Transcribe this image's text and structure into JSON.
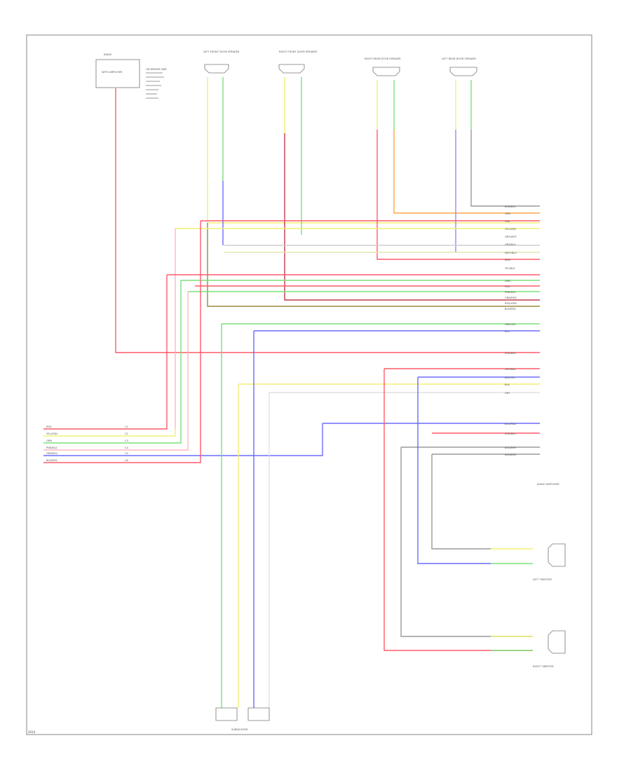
{
  "colors": {
    "red": "#ff5a6a",
    "yellow": "#f2ef74",
    "green": "#7be07a",
    "blue": "#6b6bff",
    "orange": "#ffa64a",
    "violet": "#9a86ff",
    "brown": "#9a8a3a",
    "gray": "#9a9a9a",
    "pink": "#ffb7bf",
    "darkred": "#c23a4a"
  },
  "footer": {
    "code": "2014"
  },
  "components": {
    "top_left_box": {
      "name": "RADIO",
      "sub": "WITH AMPLIFIER"
    },
    "top_left_note": "ON DRIVER SIDE",
    "left_front_door_speaker": "LEFT FRONT DOOR SPEAKER",
    "right_front_door_speaker": "RIGHT FRONT DOOR SPEAKER",
    "right_rear_door_speaker": "RIGHT REAR DOOR SPEAKER",
    "left_rear_door_speaker": "LEFT REAR DOOR SPEAKER",
    "subwoofer": "SUBWOOFER",
    "left_tweeter": "LEFT TWEETER",
    "right_tweeter": "RIGHT TWEETER",
    "amp_note": "AUDIO AMPLIFIER"
  },
  "wires": {
    "right_labels": [
      "BRN/BLU",
      "ORN",
      "PNK",
      "YEL/GRN",
      "GRY/WHT",
      "GRY/BLU",
      "WHT/BLU",
      "BRN",
      "YEL/BLK",
      "GRN",
      "RED",
      "PNK/BLU",
      "GRN/RED",
      "RED/GRN",
      "BLK/RED",
      "BLU",
      "GRN/YEL",
      "RED/BLK",
      "GRY/BLK",
      "GRY",
      "BLK",
      "RED/BLU",
      "BLK/WHT",
      "BLU/RED",
      "BLK/BRN",
      "BLK/YEL"
    ],
    "left_labels": [
      "RED",
      "YEL/GRN",
      "GRN",
      "PNK/BLU",
      "GRN/BLU",
      "BLK/RED"
    ],
    "left_codes": [
      "C1",
      "C2",
      "C3",
      "C4",
      "C5",
      "C6"
    ]
  }
}
